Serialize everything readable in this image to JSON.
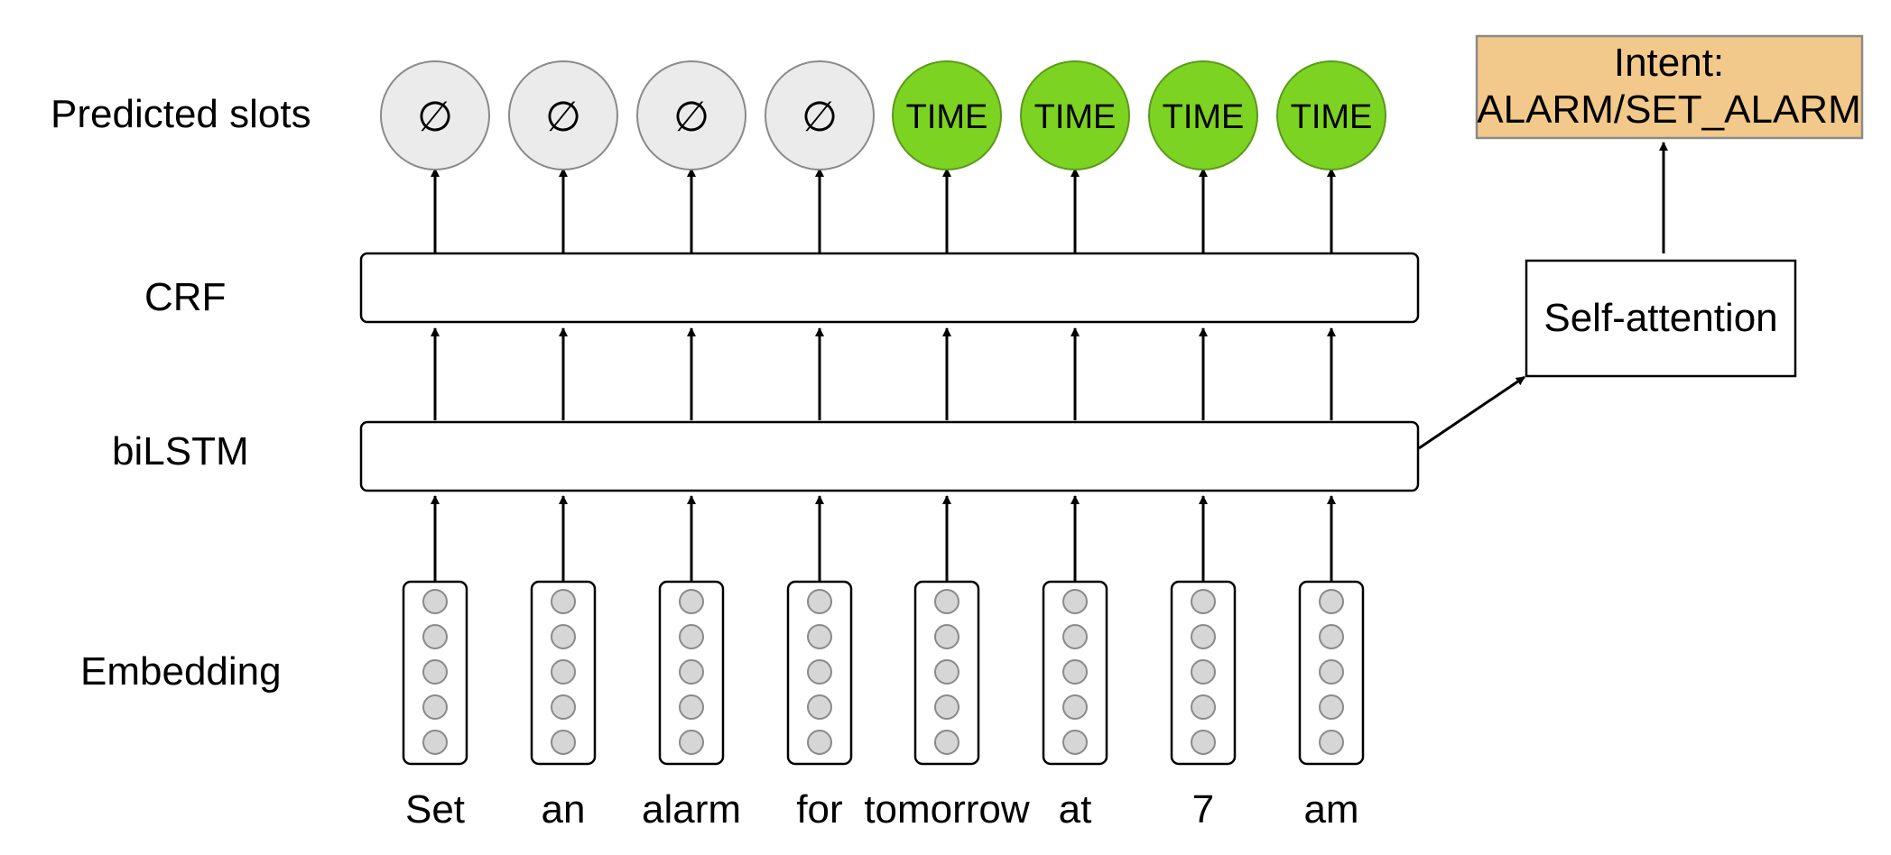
{
  "row_labels": {
    "predicted_slots": "Predicted slots",
    "crf": "CRF",
    "bilstm": "biLSTM",
    "embedding": "Embedding"
  },
  "tokens": [
    "Set",
    "an",
    "alarm",
    "for",
    "tomorrow",
    "at",
    "7",
    "am"
  ],
  "slots": [
    "∅",
    "∅",
    "∅",
    "∅",
    "TIME",
    "TIME",
    "TIME",
    "TIME"
  ],
  "self_attention_label": "Self-attention",
  "intent": {
    "line1": "Intent:",
    "line2": "ALARM/SET_ALARM"
  },
  "colors": {
    "empty_slot_fill": "#ebebeb",
    "empty_slot_stroke": "#8a8a8a",
    "time_slot_fill": "#7dd321",
    "time_slot_stroke": "#5a9a18",
    "intent_fill": "#f2c98a",
    "intent_stroke": "#8a8a8a",
    "embedding_dot_fill": "#d6d6d6"
  }
}
